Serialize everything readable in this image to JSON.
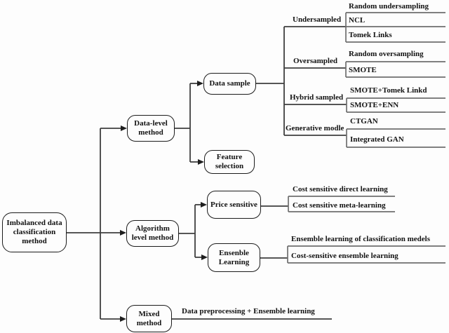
{
  "figure": {
    "root": {
      "label": "Imbalanced data classification method"
    },
    "branches": [
      {
        "label": "Data-level method",
        "children": [
          {
            "label": "Data sample",
            "children": [
              {
                "label": "Undersampled",
                "leaves": [
                  "Random undersampling",
                  "NCL",
                  "Tomek Links"
                ]
              },
              {
                "label": "Oversampled",
                "leaves": [
                  "Random oversampling",
                  "SMOTE"
                ]
              },
              {
                "label": "Hybrid sampled",
                "leaves": [
                  "SMOTE+Tomek Linkd",
                  "SMOTE+ENN"
                ]
              },
              {
                "label": "Generative modle",
                "leaves": [
                  "CTGAN",
                  "Integrated GAN"
                ]
              }
            ]
          },
          {
            "label": "Feature selection"
          }
        ]
      },
      {
        "label": "Algorithm level method",
        "children": [
          {
            "label": "Price sensitive",
            "leaves": [
              "Cost sensitive direct learning",
              "Cost sensitive meta-learning"
            ]
          },
          {
            "label": "Ensenble Learning",
            "leaves": [
              "Ensemble learning of classification medels",
              "Cost-sensitive ensemble learning"
            ]
          }
        ]
      },
      {
        "label": "Mixed method",
        "leaves": [
          "Data preprocessing + Ensemble learning"
        ]
      }
    ]
  }
}
